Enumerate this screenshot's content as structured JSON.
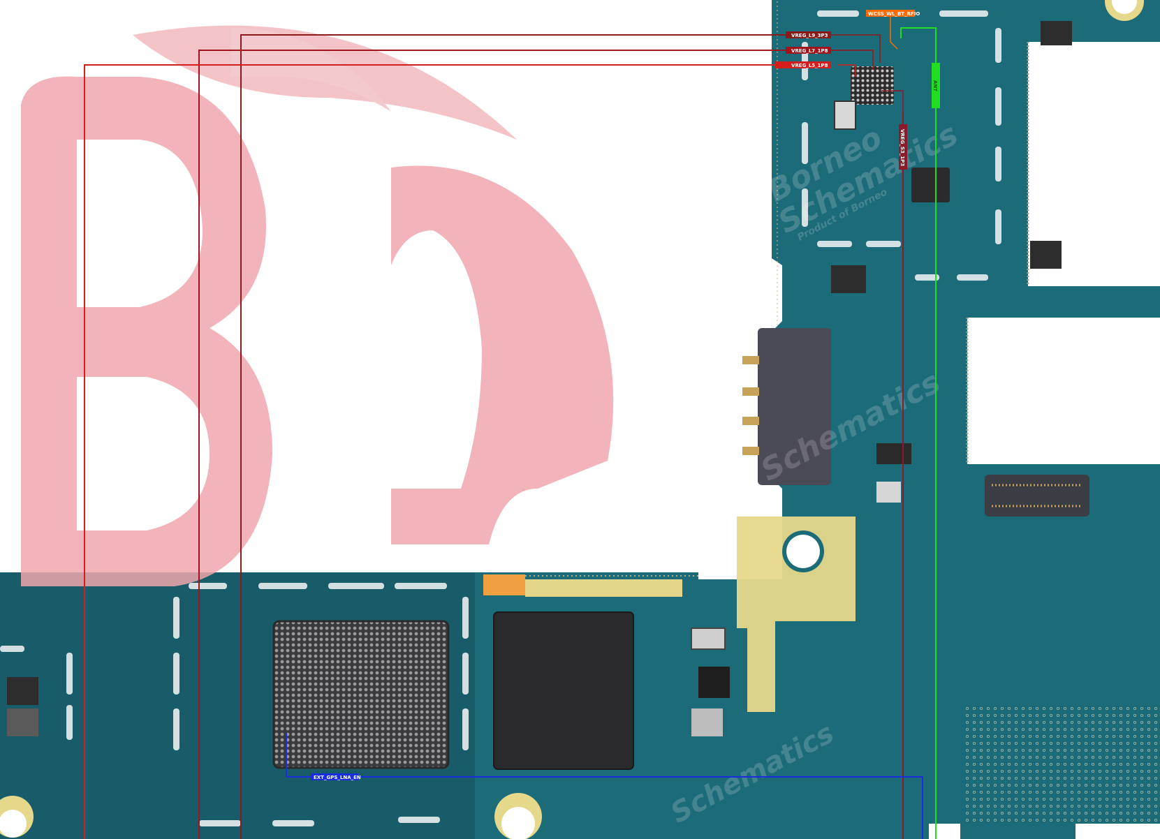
{
  "watermark": {
    "brand_line1": "Borneo",
    "brand_line2": "Schematics",
    "tagline": "Product of Borneo"
  },
  "nets": [
    {
      "id": "vreg_l9",
      "label": "VREG_L9_3P3",
      "color": "#8b1a1a"
    },
    {
      "id": "vreg_l7",
      "label": "VREG_L7_1P8",
      "color": "#a0141c"
    },
    {
      "id": "vreg_l5",
      "label": "VREG_L5_1P8",
      "color": "#d41e1e"
    },
    {
      "id": "wcss",
      "label": "WCSS_WL_BT_RFIO",
      "color": "#ff6a00"
    },
    {
      "id": "vreg_s3",
      "label": "VREG_S3_1P3",
      "color": "#8b1a2a"
    },
    {
      "id": "ant",
      "label": "ANT",
      "color": "#22dd22"
    },
    {
      "id": "ext_gps",
      "label": "EXT_GPS_LNA_EN",
      "color": "#1a2ee0"
    }
  ],
  "colors": {
    "pcb": "#1b6a78",
    "pcb_dark": "#0f4e59",
    "logo": "#f0a6ae",
    "gold": "#e8d98a",
    "chip": "#2b2b2d"
  }
}
